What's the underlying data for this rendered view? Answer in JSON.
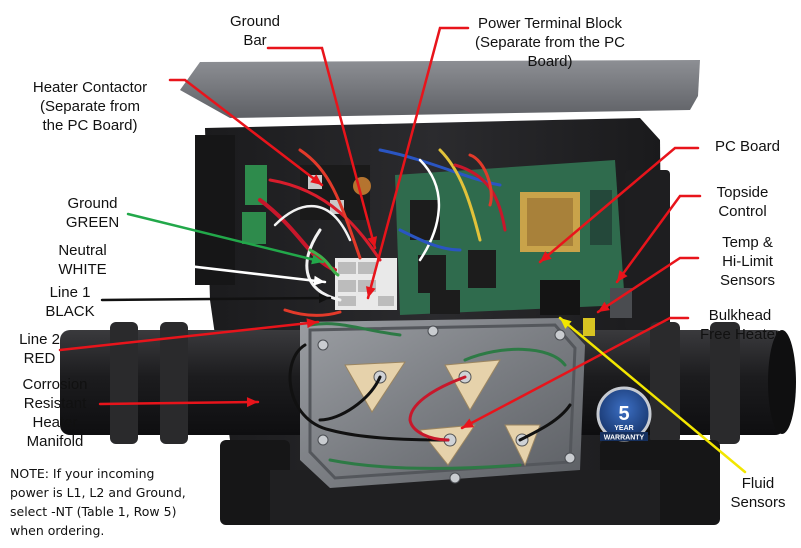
{
  "labels": {
    "ground_bar": [
      "Ground",
      "Bar"
    ],
    "power_terminal_block": [
      "Power Terminal Block",
      "(Separate from the PC",
      "Board)"
    ],
    "heater_contactor": [
      "Heater Contactor",
      "(Separate from",
      "the PC Board)"
    ],
    "pc_board": [
      "PC Board"
    ],
    "topside_control": [
      "Topside",
      "Control"
    ],
    "temp_hilimit": [
      "Temp &",
      "Hi-Limit",
      "Sensors"
    ],
    "bulkhead_free_heater": [
      "Bulkhead",
      "Free Heater"
    ],
    "ground_green": [
      "Ground",
      "GREEN"
    ],
    "neutral_white": [
      "Neutral",
      "WHITE"
    ],
    "line1_black": [
      "Line 1",
      "BLACK"
    ],
    "line2_red": [
      "Line 2",
      "RED"
    ],
    "corrosion_manifold": [
      "Corrosion",
      "Resistant",
      "Heater",
      "Manifold"
    ],
    "fluid_sensors": [
      "Fluid",
      "Sensors"
    ]
  },
  "note": [
    "NOTE: If your incoming",
    "power is L1, L2 and Ground,",
    "select -NT (Table 1, Row 5)",
    "when ordering."
  ],
  "badge": {
    "number": "5",
    "year": "YEAR",
    "warranty": "WARRANTY"
  },
  "arrow_colors": {
    "red": "#e8141b",
    "green": "#22a84a",
    "white": "#ffffff",
    "black": "#111111",
    "yellow": "#f2e600"
  }
}
